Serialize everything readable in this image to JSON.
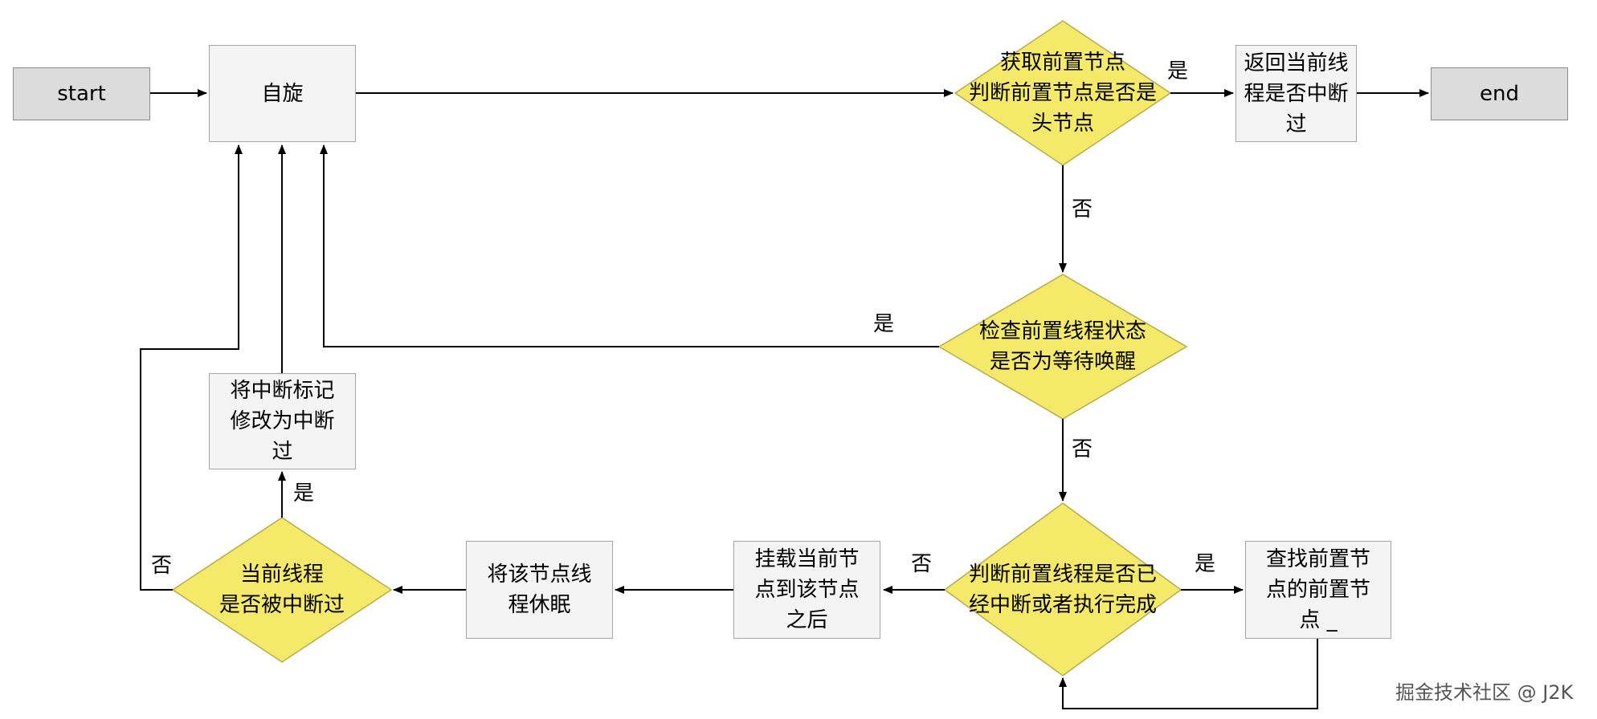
{
  "nodes": {
    "start": "start",
    "spin": "自旋",
    "check_head": "获取前置节点\n判断前置节点是否是\n头节点",
    "return_interrupt": "返回当前线\n程是否中断\n过",
    "end": "end",
    "check_state": "检查前置线程状态\n是否为等待唤醒",
    "check_done": "判断前置线程是否已\n经中断或者执行完成",
    "find_prev": "查找前置节\n点的前置节\n点 _",
    "attach": "挂载当前节\n点到该节点\n之后",
    "sleep": "将该节点线\n程休眠",
    "check_interrupted": "当前线程\n是否被中断过",
    "set_interrupt": "将中断标记\n修改为中断\n过"
  },
  "edge_labels": {
    "head_yes": "是",
    "head_no": "否",
    "state_yes": "是",
    "state_no": "否",
    "done_yes": "是",
    "done_no": "否",
    "interrupted_yes": "是",
    "interrupted_no": "否"
  },
  "watermark": "掘金技术社区 @ J2K",
  "colors": {
    "decision_fill": "#f5e96a",
    "process_fill": "#f4f4f4",
    "terminal_fill": "#dcdcdc",
    "line": "#000000"
  }
}
